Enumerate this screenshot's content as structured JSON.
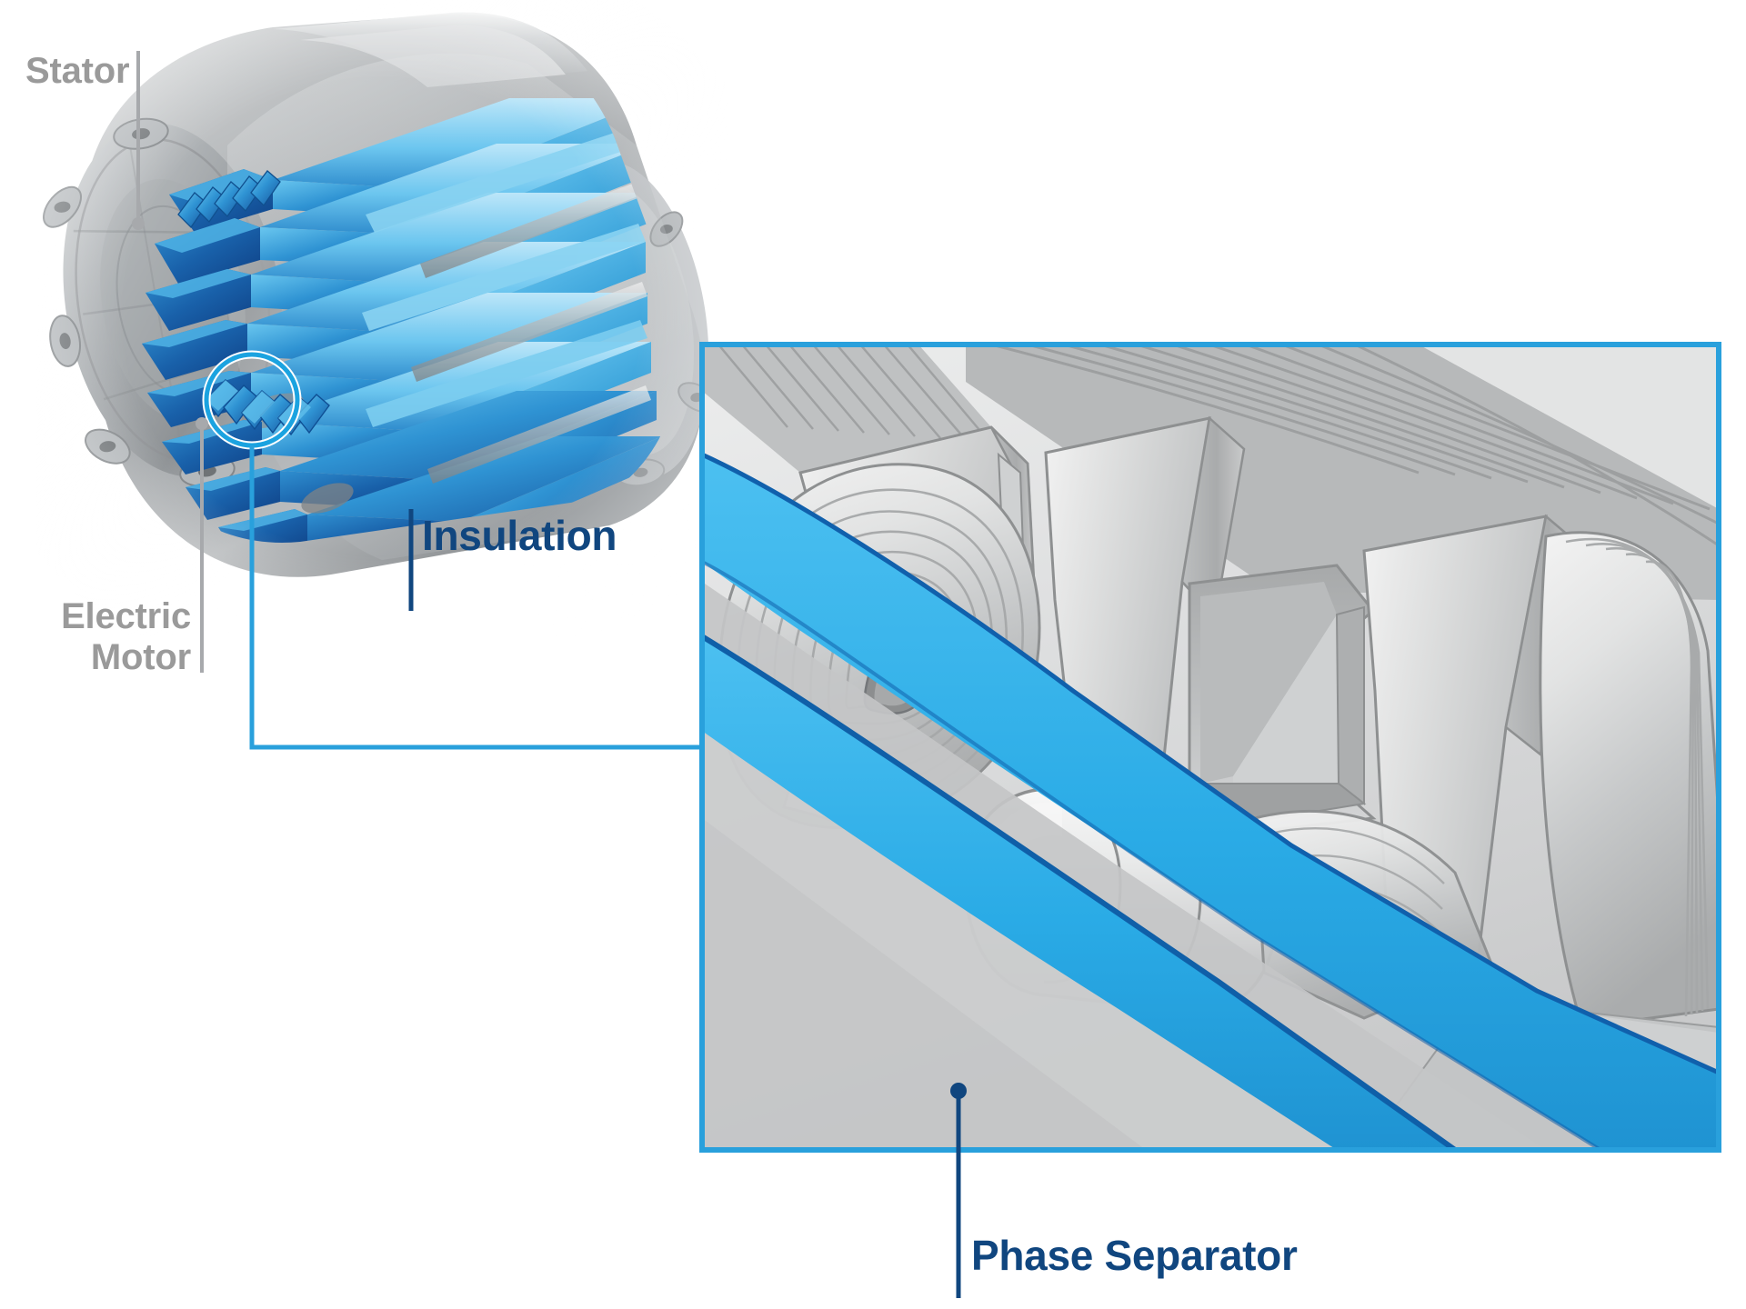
{
  "figure": {
    "title": "Electric motor stator insulation cutaway with phase separator detail",
    "background_color": "#ffffff"
  },
  "colors": {
    "label_gray": "#9a9a9a",
    "label_blue": "#10467f",
    "accent_cyan": "#29a0dc",
    "highlight_ring": "#1ba3e0",
    "winding_blue_light": "#5ec2ee",
    "winding_blue_mid": "#2a8fd0",
    "winding_blue_dark": "#135fa6",
    "phase_separator_fill": "#2fb0e8",
    "phase_separator_edge": "#0f5fa8",
    "housing_gray": "#9fa3a6",
    "metal_light": "#e8e9ea",
    "metal_mid": "#c7c9cb",
    "metal_dark": "#8e9194",
    "panel_bg": "#d3d4d5"
  },
  "labels": [
    {
      "id": "stator",
      "text": "Stator",
      "style": "gray",
      "leader": "vertical-line-down-with-dot"
    },
    {
      "id": "electric_motor",
      "text": "Electric\nMotor",
      "style": "gray",
      "leader": "vertical-line-up-with-dot"
    },
    {
      "id": "insulation",
      "text": "Insulation",
      "style": "blue",
      "leader": "vertical-tick-left"
    },
    {
      "id": "phase_separator",
      "text": "Phase Separator",
      "style": "blue",
      "leader": "vertical-tick-left"
    }
  ],
  "overview": {
    "component": "electric-motor-cutaway",
    "description": "Cutaway rendering of an electric motor housing revealing blue hairpin stator windings"
  },
  "callout": {
    "shape": "circle",
    "target": "winding-end-turn-region",
    "border_color": "#1ba3e0",
    "connector": "elbow-line-to-detail-panel"
  },
  "detail_panel": {
    "border_color": "#29a0dc",
    "description": "Magnified view of stator teeth, slot liner insulation and phase separator band"
  }
}
